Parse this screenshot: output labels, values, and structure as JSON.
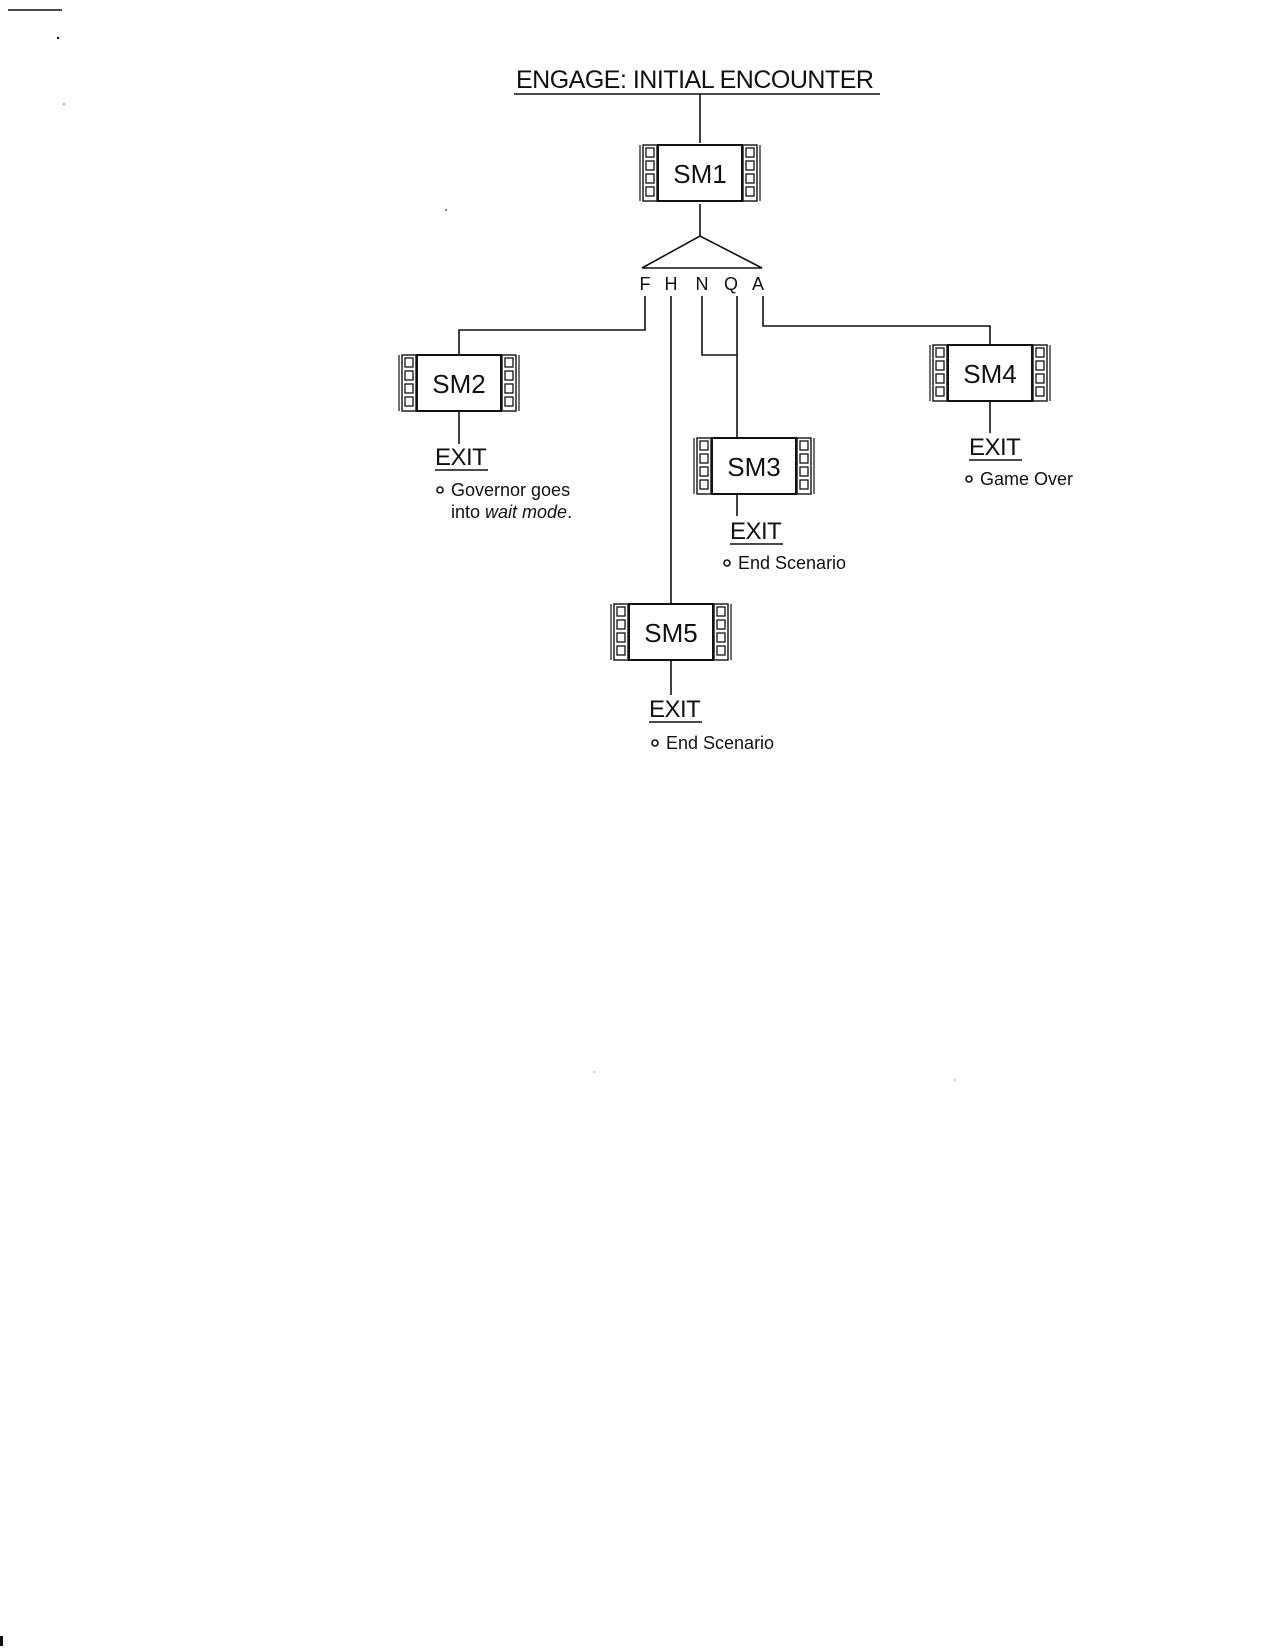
{
  "title": "ENGAGE: INITIAL ENCOUNTER",
  "nodes": {
    "sm1": "SM1",
    "sm2": "SM2",
    "sm3": "SM3",
    "sm4": "SM4",
    "sm5": "SM5"
  },
  "branches": [
    "F",
    "H",
    "N",
    "Q",
    "A"
  ],
  "exits": {
    "sm2": {
      "label": "EXIT",
      "note_line1": "Governor goes",
      "note_line2_prefix": "into ",
      "note_line2_emphasis": "wait mode",
      "note_line2_suffix": "."
    },
    "sm3": {
      "label": "EXIT",
      "note": "End Scenario"
    },
    "sm4": {
      "label": "EXIT",
      "note": "Game Over"
    },
    "sm5": {
      "label": "EXIT",
      "note": "End Scenario"
    }
  },
  "icons": {
    "node": "film-strip-icon",
    "bullet": "bullet-icon"
  }
}
